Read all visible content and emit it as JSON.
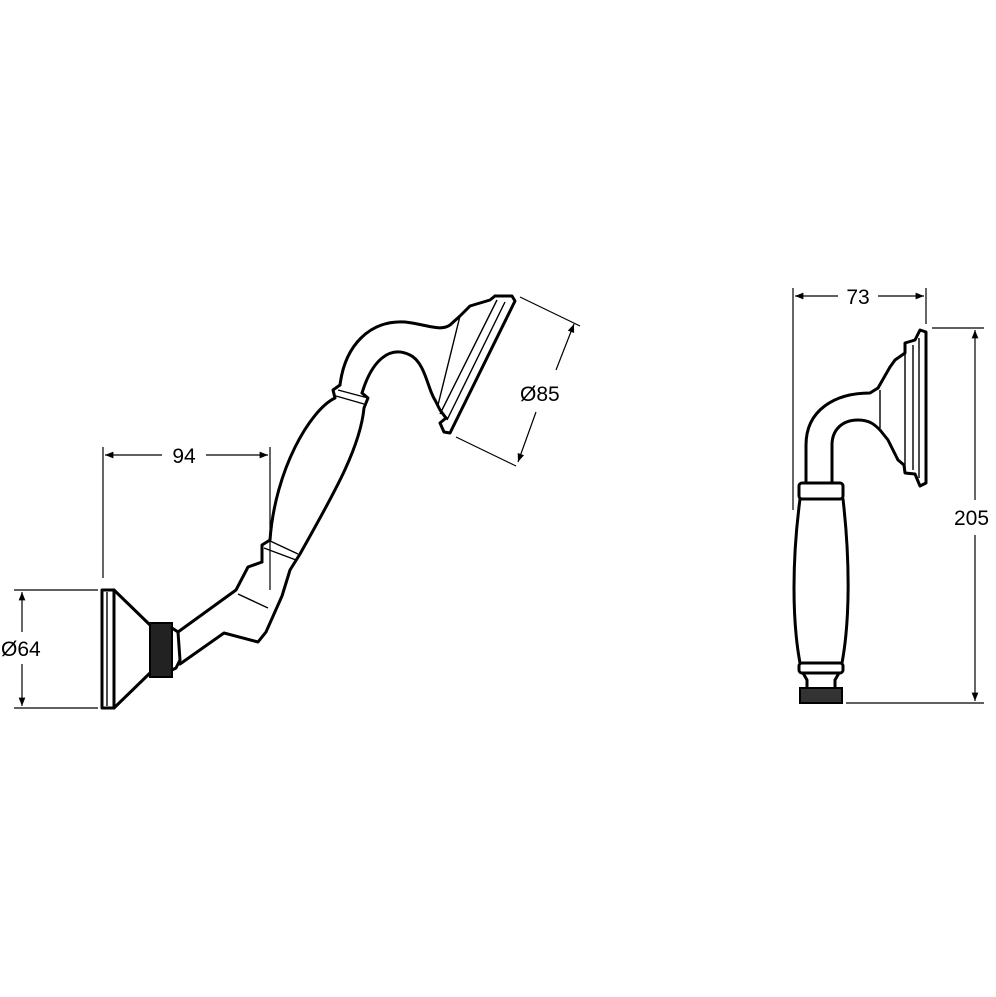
{
  "drawing": {
    "side_view": {
      "dimensions": {
        "projection": "94",
        "flange_diameter": "Ø64",
        "head_diameter": "Ø85"
      }
    },
    "front_view": {
      "dimensions": {
        "width": "73",
        "height": "205"
      }
    },
    "line_color": "#000000",
    "background": "#ffffff"
  }
}
